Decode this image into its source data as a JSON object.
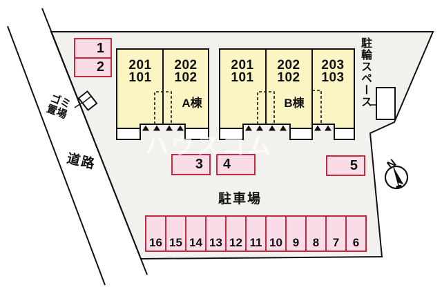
{
  "colors": {
    "site_fill": "#f2f1ee",
    "building_fill": "#fbf5c3",
    "parking_fill": "#f9dce6",
    "parking_border": "#c22b3d",
    "line": "#111111",
    "watermark": "rgba(255,255,255,0.66)"
  },
  "watermark": {
    "text": "ハウスコム"
  },
  "labels": {
    "road": "道路",
    "garbage_line1": "ゴミ",
    "garbage_line2": "置場",
    "parking_lot": "駐車場",
    "bicycle_space": "駐輪スペース",
    "north": "N"
  },
  "buildings": [
    {
      "name": "A棟",
      "units": [
        {
          "upper": "201",
          "lower": "101"
        },
        {
          "upper": "202",
          "lower": "102"
        }
      ]
    },
    {
      "name": "B棟",
      "units": [
        {
          "upper": "201",
          "lower": "101"
        },
        {
          "upper": "202",
          "lower": "102"
        },
        {
          "upper": "203",
          "lower": "103"
        }
      ]
    }
  ],
  "parking": {
    "top_spaces": [
      "1",
      "2"
    ],
    "mid_spaces": [
      "3",
      "4",
      "5"
    ],
    "bottom_spaces": [
      "16",
      "15",
      "14",
      "13",
      "12",
      "11",
      "10",
      "9",
      "8",
      "7",
      "6"
    ]
  }
}
